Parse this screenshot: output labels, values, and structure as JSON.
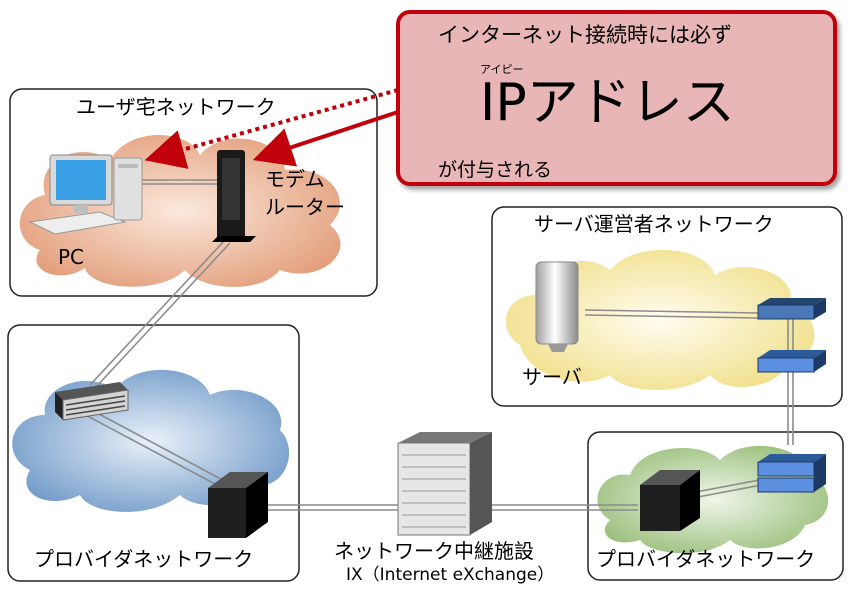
{
  "callout": {
    "line1": "インターネット接続時には必ず",
    "ruby": "アイピー",
    "main": "IPアドレス",
    "line3": "が付与される"
  },
  "home_network": {
    "title": "ユーザ宅ネットワーク",
    "pc_label": "PC",
    "modem_label_1": "モデム",
    "modem_label_2": "ルーター"
  },
  "server_network": {
    "title": "サーバ運営者ネットワーク",
    "server_label": "サーバ"
  },
  "provider_left": {
    "label": "プロバイダネットワーク"
  },
  "provider_right": {
    "label": "プロバイダネットワーク"
  },
  "ix": {
    "label": "ネットワーク中継施設",
    "sublabel": "IX（Internet eXchange）"
  },
  "colors": {
    "callout_border": "#c0000a",
    "callout_fill": "#e8b6b6",
    "home_cloud": "#e6a382",
    "provider_cloud": "#7fa6cf",
    "server_cloud": "#f5e9a2",
    "right_provider_cloud": "#a9c98c"
  }
}
